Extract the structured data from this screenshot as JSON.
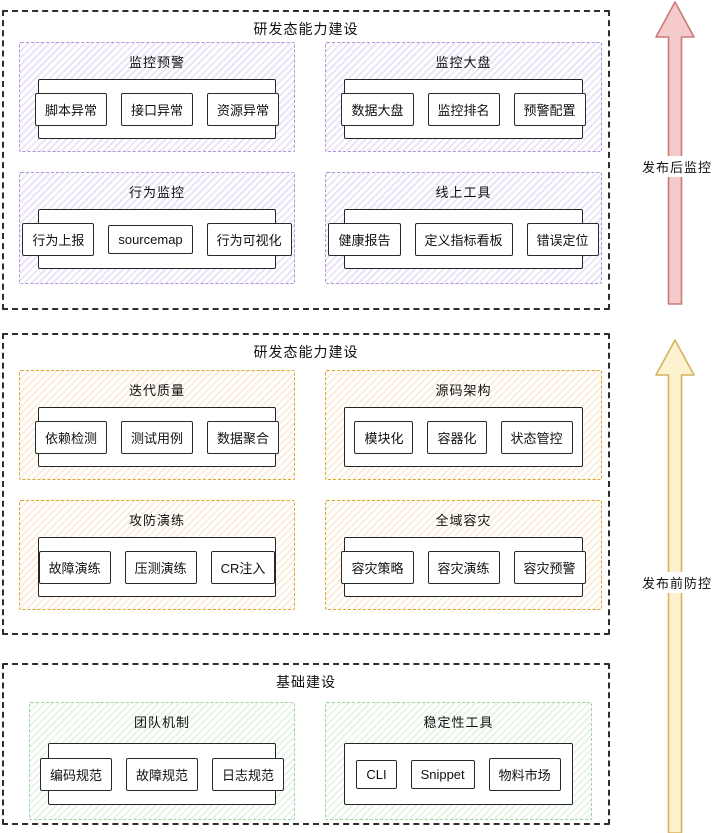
{
  "sections": [
    {
      "title": "研发态能力建设",
      "theme": "purple",
      "groups": [
        {
          "title": "监控预警",
          "items": [
            "脚本异常",
            "接口异常",
            "资源异常"
          ]
        },
        {
          "title": "监控大盘",
          "items": [
            "数据大盘",
            "监控排名",
            "预警配置"
          ]
        },
        {
          "title": "行为监控",
          "items": [
            "行为上报",
            "sourcemap",
            "行为可视化"
          ]
        },
        {
          "title": "线上工具",
          "items": [
            "健康报告",
            "定义指标看板",
            "错误定位"
          ]
        }
      ]
    },
    {
      "title": "研发态能力建设",
      "theme": "orange",
      "groups": [
        {
          "title": "迭代质量",
          "items": [
            "依赖检测",
            "测试用例",
            "数据聚合"
          ]
        },
        {
          "title": "源码架构",
          "items": [
            "模块化",
            "容器化",
            "状态管控"
          ]
        },
        {
          "title": "攻防演练",
          "items": [
            "故障演练",
            "压测演练",
            "CR注入"
          ]
        },
        {
          "title": "全域容灾",
          "items": [
            "容灾策略",
            "容灾演练",
            "容灾预警"
          ]
        }
      ]
    },
    {
      "title": "基础建设",
      "theme": "green",
      "groups": [
        {
          "title": "团队机制",
          "items": [
            "编码规范",
            "故障规范",
            "日志规范"
          ]
        },
        {
          "title": "稳定性工具",
          "items": [
            "CLI",
            "Snippet",
            "物料市场"
          ]
        }
      ]
    }
  ],
  "arrows": [
    {
      "label": "发布后监控",
      "direction": "up"
    },
    {
      "label": "发布前防控",
      "direction": "up"
    }
  ],
  "colors": {
    "ink": "#1e1e1e",
    "section_border": "#2d2d2d",
    "purple_border": "#b394d9",
    "purple_hatch": "#ece4f7",
    "orange_border": "#dca62c",
    "orange_hatch": "#fbeedd",
    "green_border": "#a0d4a0",
    "green_hatch": "#e9f4e9",
    "arrow_red_fill": "#f5caca",
    "arrow_red_stroke": "#ca7a78",
    "arrow_yellow_fill": "#fdf2d0",
    "arrow_yellow_stroke": "#d6b35c"
  }
}
